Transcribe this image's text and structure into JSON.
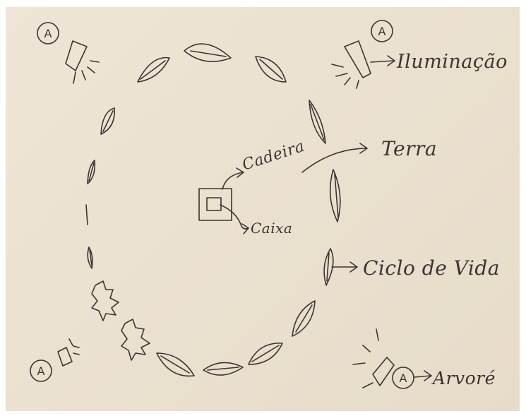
{
  "labels": {
    "iluminacao": "Iluminação",
    "terra": "Terra",
    "cadeira": "Cadeira",
    "caixa": "Caixa",
    "ciclo_de_vida": "Ciclo de Vida",
    "arvore": "Arvoré"
  },
  "badge_letter": "A",
  "colors": {
    "paper": "#ebe1d0",
    "ink": "#3b3530"
  }
}
